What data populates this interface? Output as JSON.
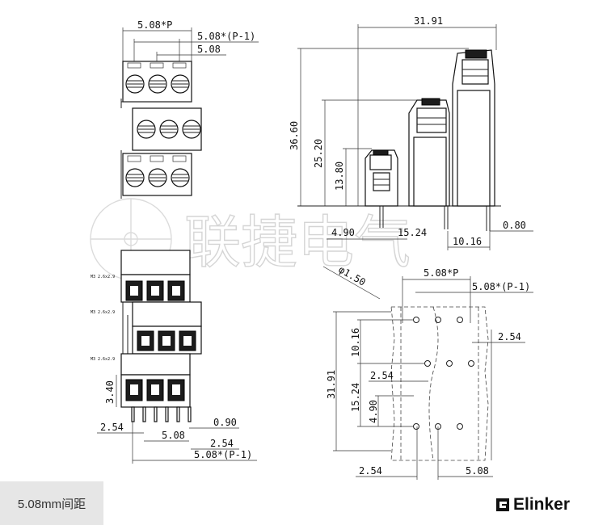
{
  "top_view": {
    "dim_pitch": "5.08*P",
    "dim_total": "5.08*(P-1)",
    "dim_single": "5.08"
  },
  "side_view": {
    "dim_width": "31.91",
    "dim_h1": "36.60",
    "dim_h2": "25.20",
    "dim_h3": "13.80",
    "dim_b1": "4.90",
    "dim_b2": "15.24",
    "dim_b3": "10.16",
    "dim_pin": "0.80"
  },
  "front_view": {
    "screw_label": "M3 2.6x2.9",
    "dim_340": "3.40",
    "dim_254_left": "2.54",
    "dim_090": "0.90",
    "dim_508": "5.08",
    "dim_254_bottom": "2.54",
    "dim_total": "5.08*(P-1)"
  },
  "pcb_view": {
    "hole_dia": "φ1.50",
    "dim_pitch": "5.08*P",
    "dim_total": "5.08*(P-1)",
    "dim_1016": "10.16",
    "dim_254_right": "2.54",
    "dim_3191": "31.91",
    "dim_254_mid": "2.54",
    "dim_1524": "15.24",
    "dim_490": "4.90",
    "dim_254_bottom": "2.54",
    "dim_508_bottom": "5.08"
  },
  "watermark": "联捷电气",
  "footer_label": "5.08mm间距",
  "brand": "Elinker"
}
